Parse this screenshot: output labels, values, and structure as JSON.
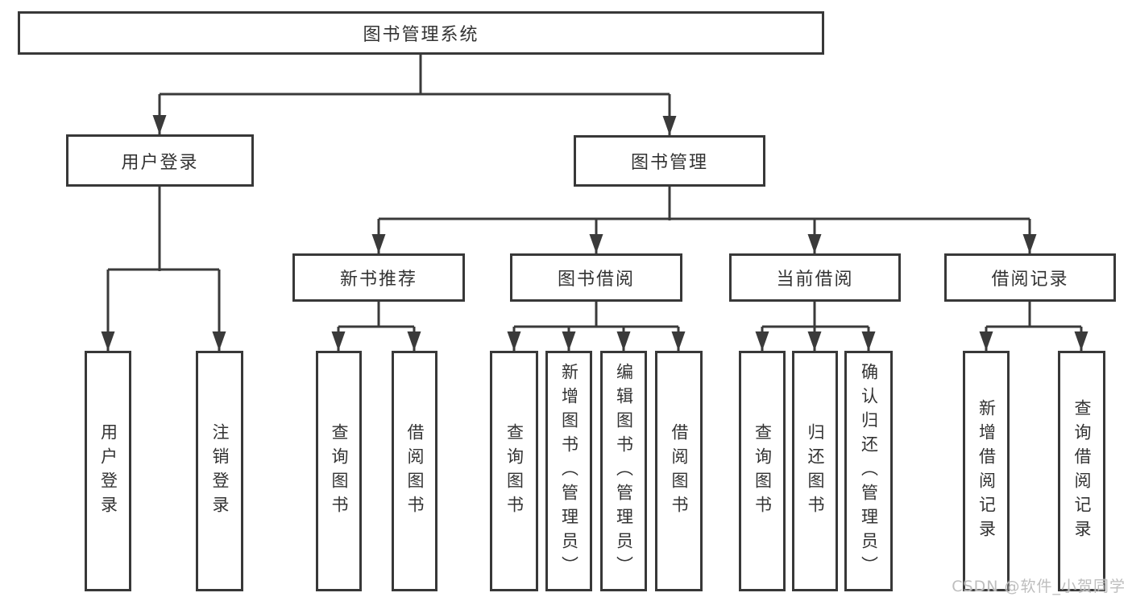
{
  "diagram": {
    "type": "tree-structure-chart",
    "nodes": {
      "root": "图书管理系统",
      "level1": [
        {
          "label": "用户登录"
        },
        {
          "label": "图书管理"
        }
      ],
      "level2": [
        {
          "label": "新书推荐",
          "parent": "图书管理"
        },
        {
          "label": "图书借阅",
          "parent": "图书管理"
        },
        {
          "label": "当前借阅",
          "parent": "图书管理"
        },
        {
          "label": "借阅记录",
          "parent": "图书管理"
        }
      ],
      "leaves": [
        {
          "label": "用户登录",
          "parent": "用户登录"
        },
        {
          "label": "注销登录",
          "parent": "用户登录"
        },
        {
          "label": "查询图书",
          "parent": "新书推荐"
        },
        {
          "label": "借阅图书",
          "parent": "新书推荐"
        },
        {
          "label": "查询图书",
          "parent": "图书借阅"
        },
        {
          "label": "新增图书（管理员）",
          "parent": "图书借阅"
        },
        {
          "label": "编辑图书（管理员）",
          "parent": "图书借阅"
        },
        {
          "label": "借阅图书",
          "parent": "图书借阅"
        },
        {
          "label": "查询图书",
          "parent": "当前借阅"
        },
        {
          "label": "归还图书",
          "parent": "当前借阅"
        },
        {
          "label": "确认归还（管理员）",
          "parent": "当前借阅"
        },
        {
          "label": "新增借阅记录",
          "parent": "借阅记录"
        },
        {
          "label": "查询借阅记录",
          "parent": "借阅记录"
        }
      ]
    },
    "colors": {
      "line": "#3a3a3a",
      "box_border": "#383838",
      "text": "#333333",
      "background": "#ffffff",
      "watermark": "#bababa"
    },
    "watermark": "CSDN @软件_小贺同学"
  }
}
